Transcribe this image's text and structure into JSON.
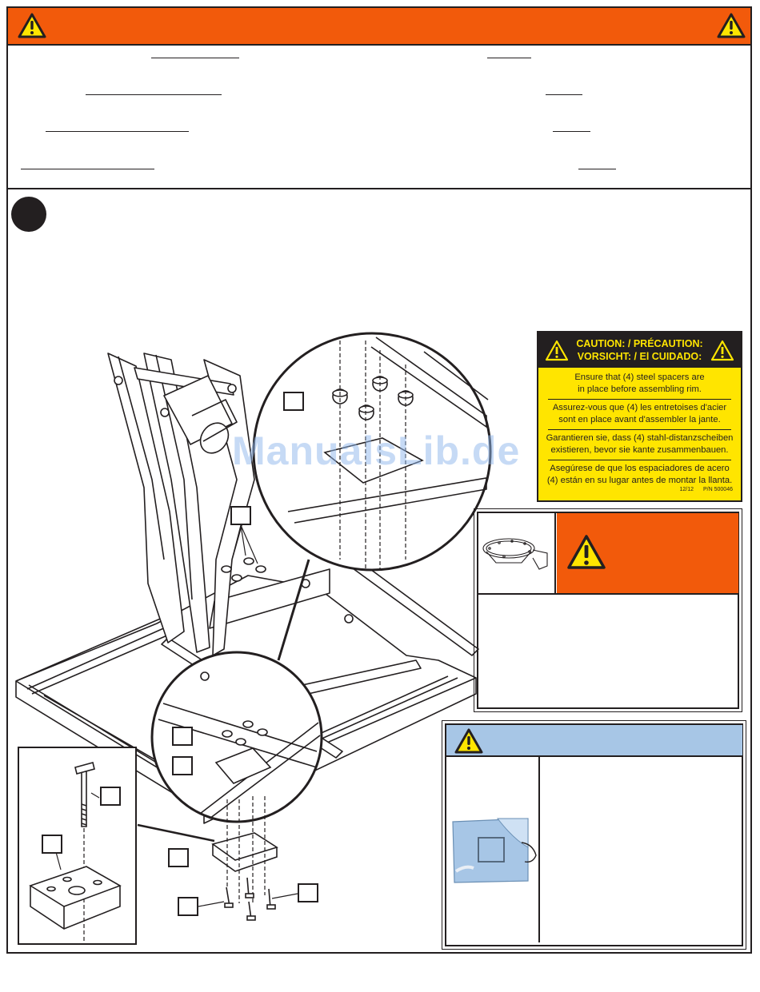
{
  "header": {
    "bar_color": "#f25a0b",
    "left_icon": "warning-triangle-icon",
    "right_icon": "warning-triangle-icon"
  },
  "caution_label": {
    "title_line1": "CAUTION: / PRÉCAUTION:",
    "title_line2": "VORSICHT: / El CUIDADO:",
    "messages": [
      {
        "line1": "Ensure that (4) steel spacers are",
        "line2": "in place before assembling rim."
      },
      {
        "line1": "Assurez-vous que (4) les entretoises d'acier",
        "line2": "sont en place avant d'assembler la jante."
      },
      {
        "line1": "Garantieren sie, dass (4) stahl-distanzscheiben",
        "line2": "existieren, bevor sie kante zusammenbauen."
      },
      {
        "line1": "Asegúrese de que los espaciadores de acero",
        "line2": "(4) están en su lugar antes de montar la llanta."
      }
    ],
    "date": "12/12",
    "part_number": "P/N 500046",
    "background_color": "#ffe500"
  },
  "warning_box": {
    "icon": "warning-triangle-icon",
    "image": "rim-illustration",
    "header_color": "#f25a0b"
  },
  "note_box": {
    "icon": "warning-triangle-icon",
    "image": "backboard-illustration",
    "header_color": "#a7c6e6"
  },
  "watermark": {
    "text": "ManualsLib.de"
  }
}
